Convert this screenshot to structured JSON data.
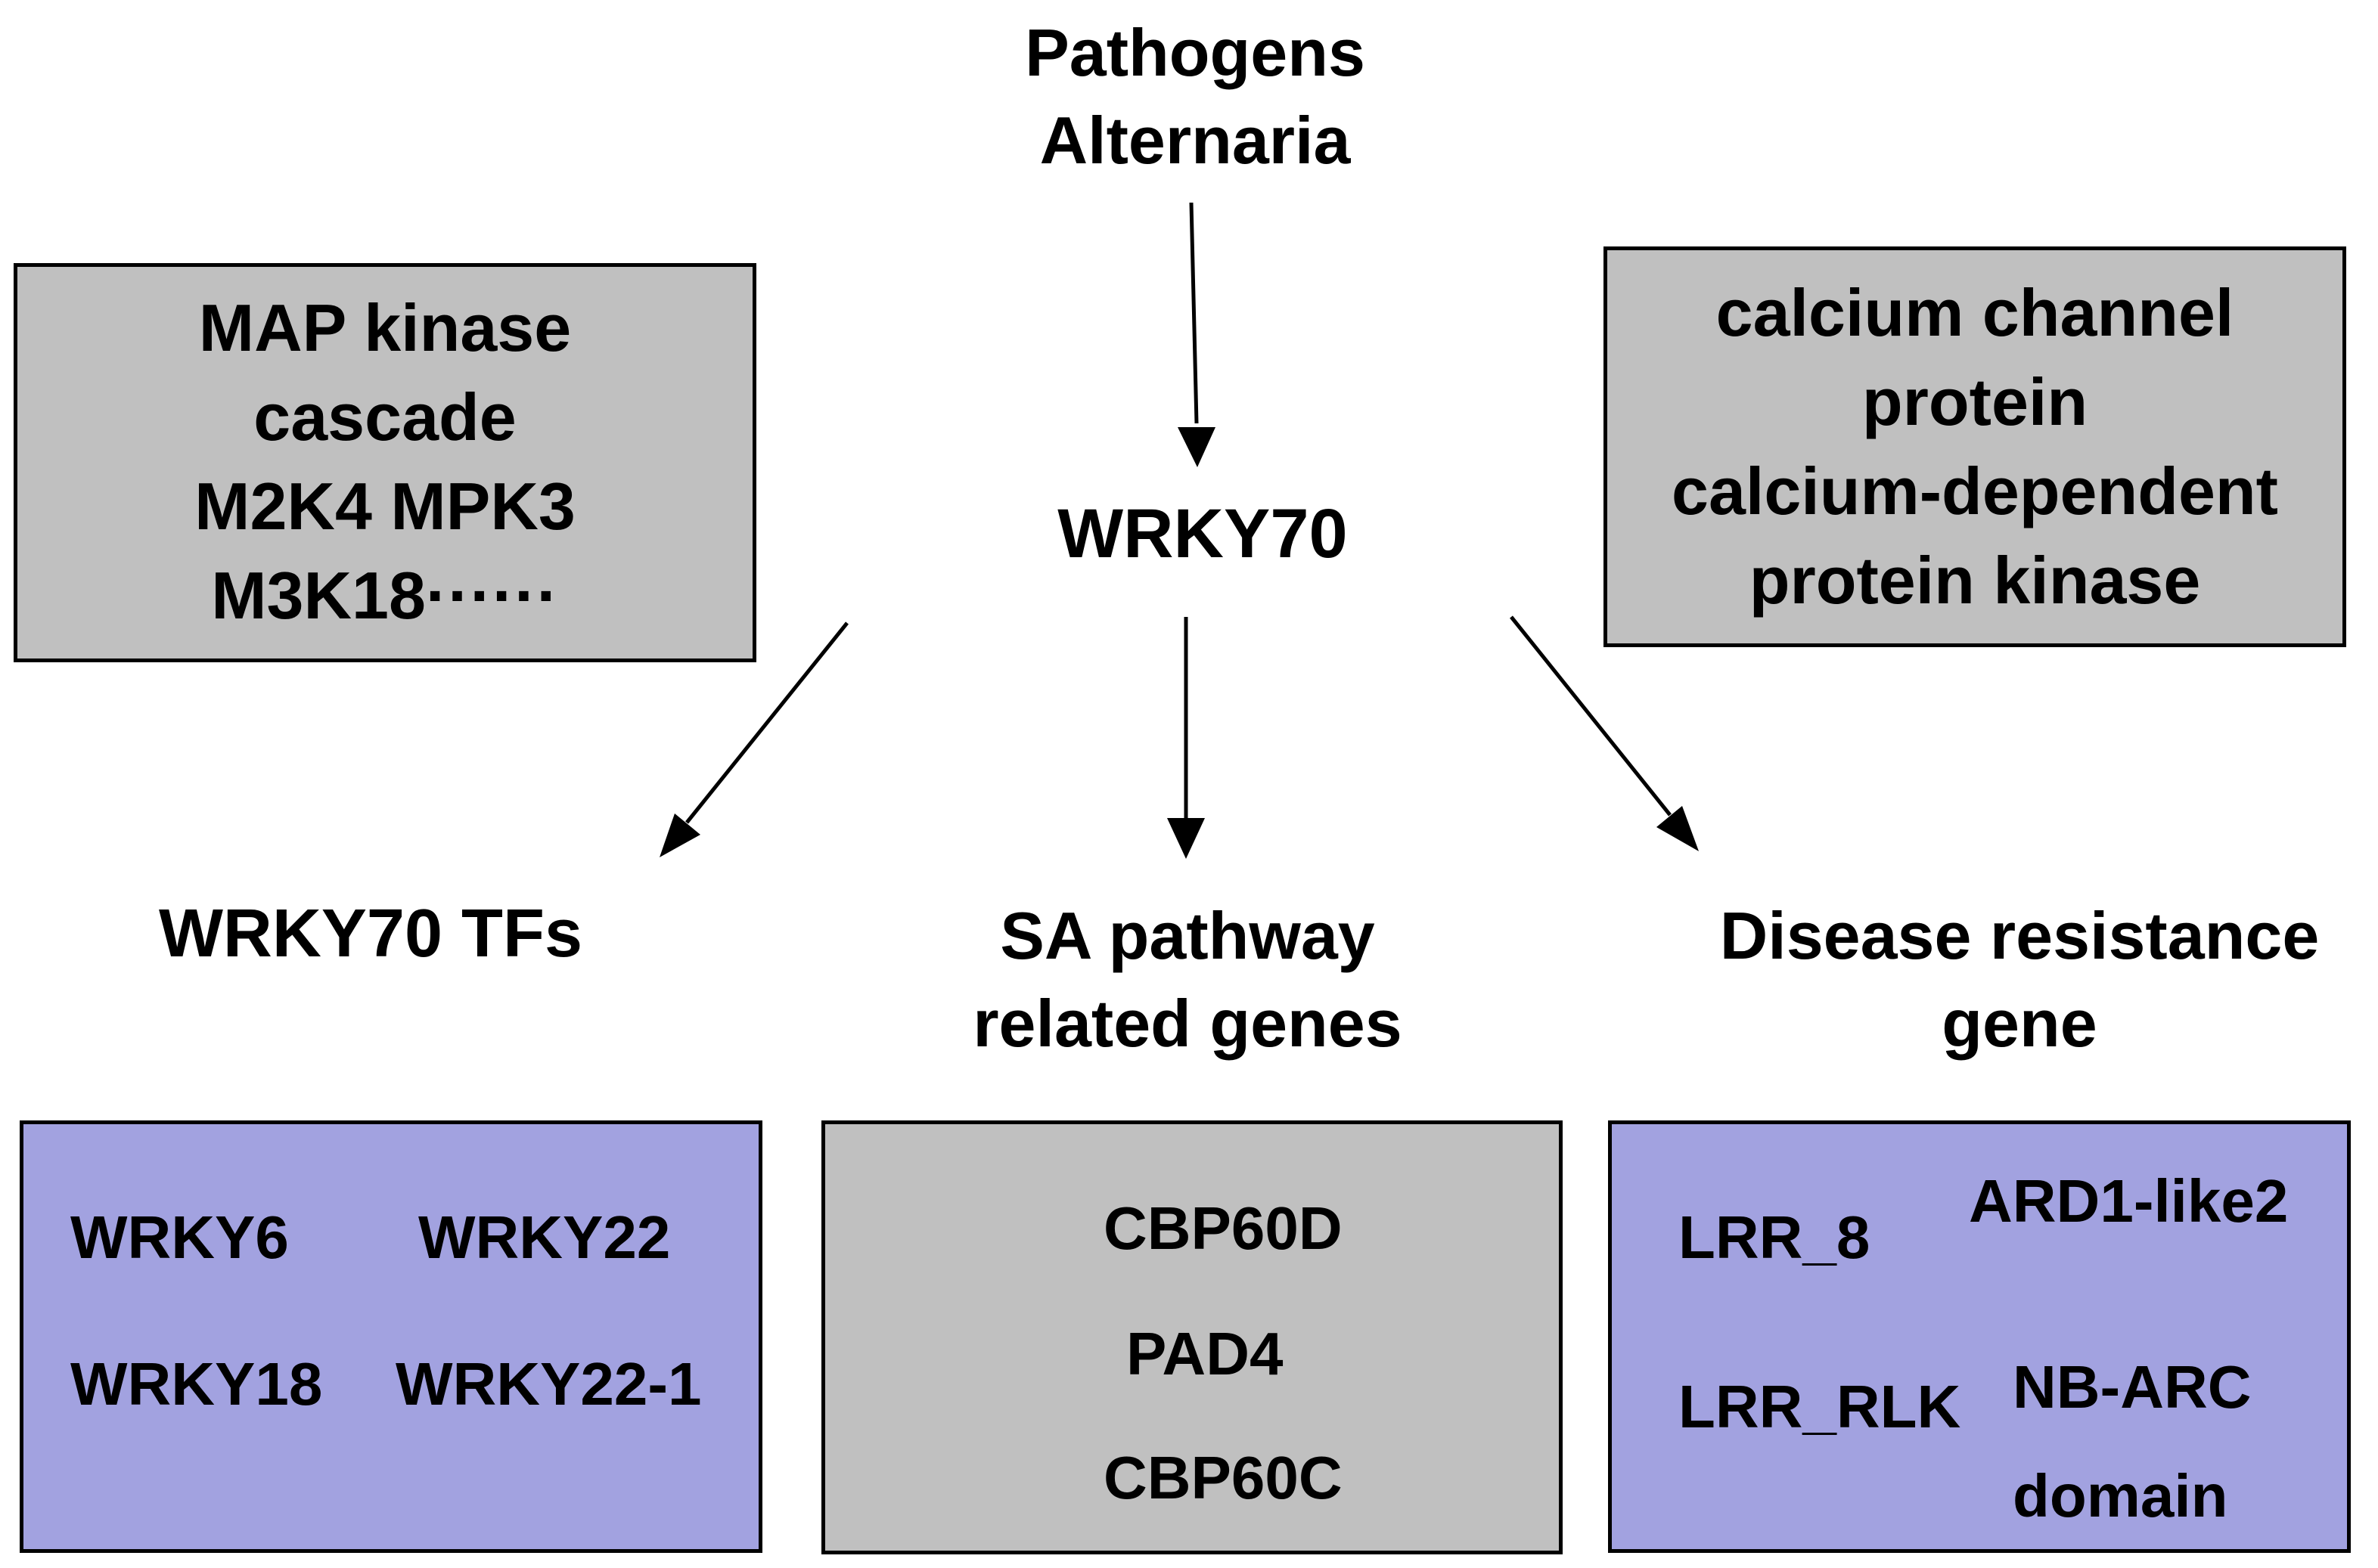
{
  "source": {
    "line1": "Pathogens",
    "line2": "Alternaria"
  },
  "hub": {
    "label": "WRKY70"
  },
  "boxes": {
    "map_kinase": {
      "lines": [
        "MAP kinase",
        "cascade",
        "M2K4 MPK3",
        "M3K18······"
      ],
      "color": "#c0c0c0"
    },
    "calcium": {
      "lines": [
        "calcium channel",
        "protein",
        "calcium-dependent",
        "protein kinase"
      ],
      "color": "#c0c0c0"
    },
    "wrky_tfs": {
      "genes": [
        "WRKY6",
        "WRKY22",
        "WRKY18",
        "WRKY22-1"
      ],
      "color": "#a2a2e0"
    },
    "sa_genes": {
      "genes": [
        "CBP60D",
        "PAD4",
        "CBP60C"
      ],
      "color": "#c0c0c0"
    },
    "disease_genes": {
      "genes": [
        "LRR_8",
        "ARD1-like2",
        "LRR_RLK",
        [
          "NB-ARC",
          "domain"
        ]
      ],
      "color": "#a2a2e0"
    }
  },
  "categories": [
    {
      "label": "WRKY70 TFs"
    },
    {
      "lines": [
        "SA pathway",
        "related genes"
      ]
    },
    {
      "lines": [
        "Disease resistance",
        "gene"
      ]
    }
  ],
  "edges": [
    {
      "from": "Pathogens Alternaria",
      "to": "WRKY70"
    },
    {
      "from": "WRKY70",
      "to": "WRKY70 TFs"
    },
    {
      "from": "WRKY70",
      "to": "SA pathway related genes"
    },
    {
      "from": "WRKY70",
      "to": "Disease resistance gene"
    }
  ]
}
